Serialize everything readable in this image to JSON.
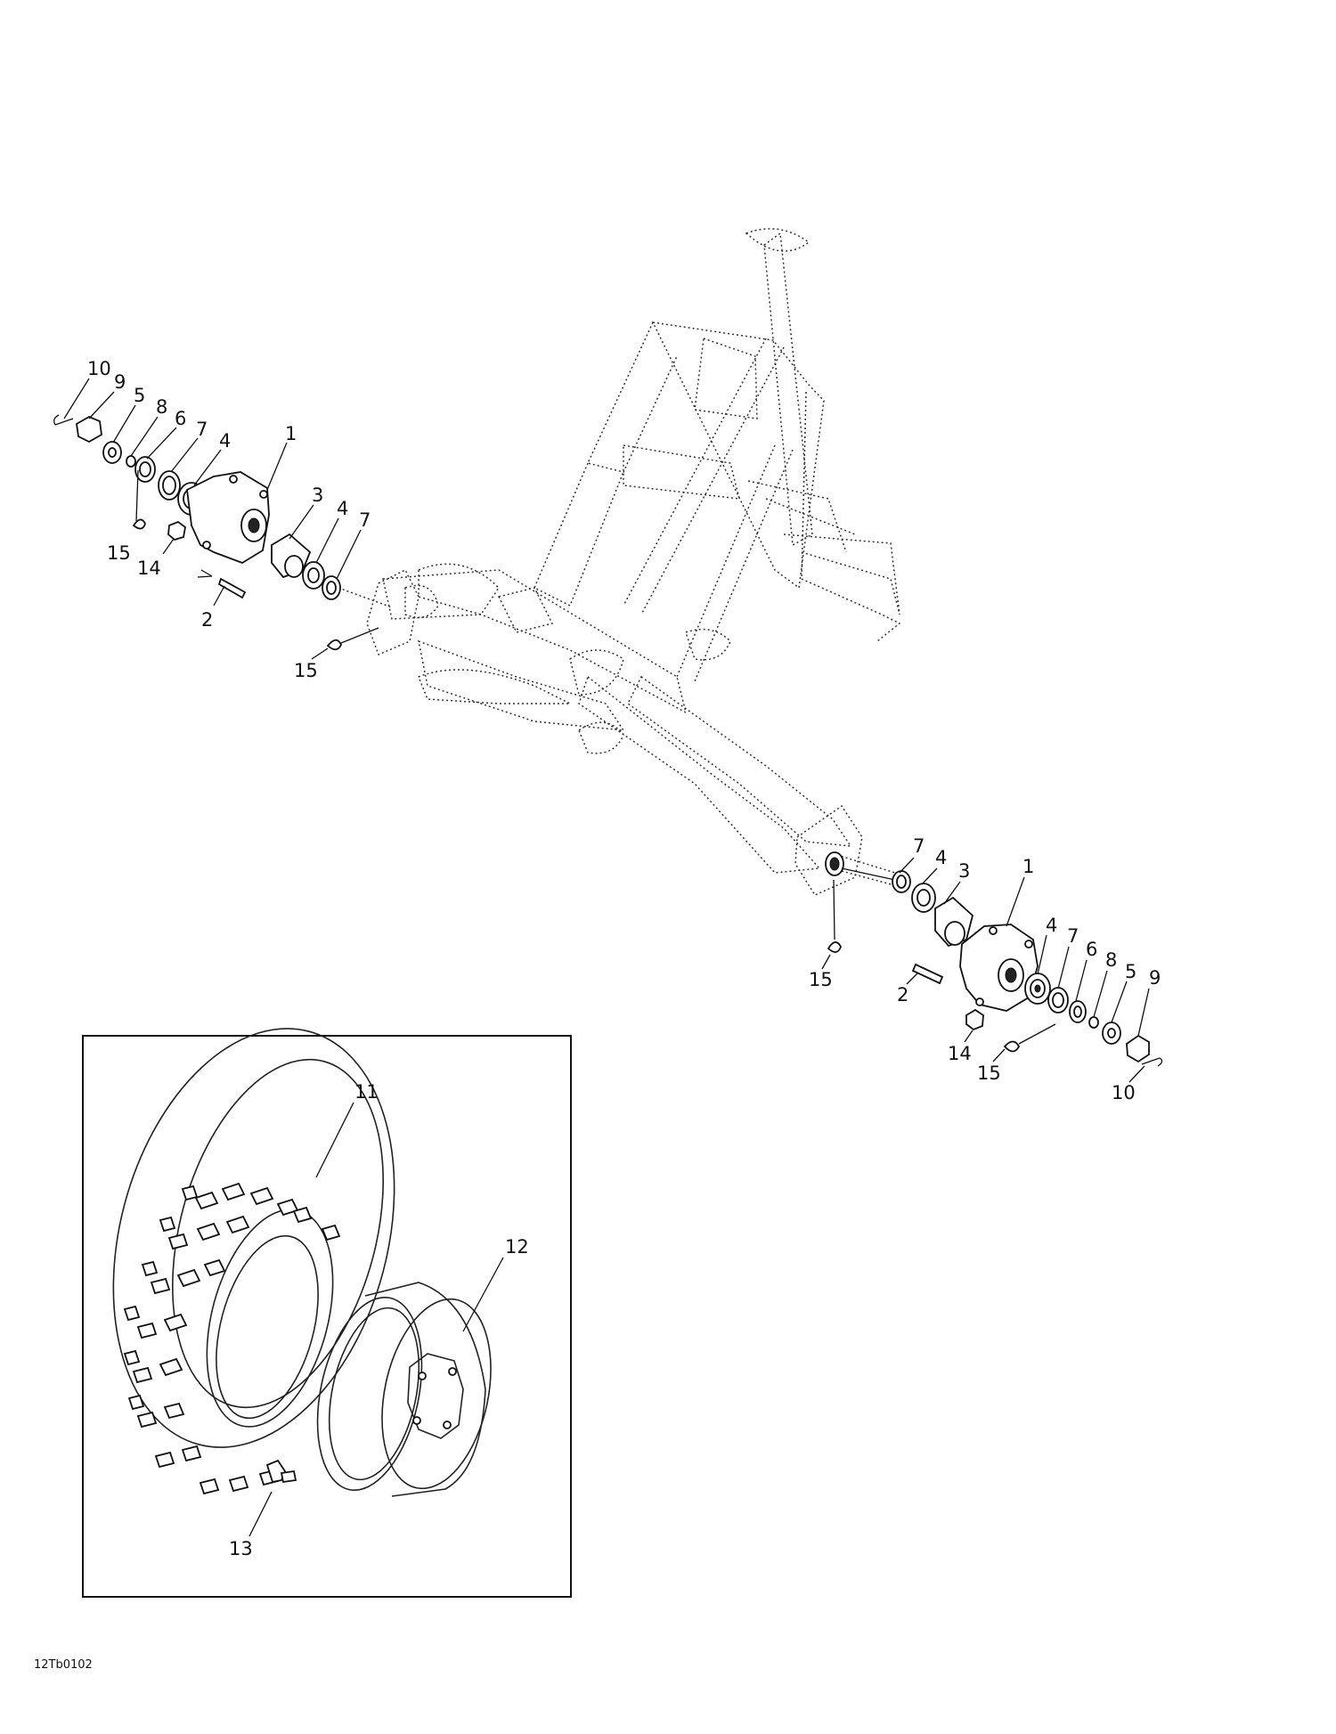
{
  "figure_code": "12Tb0102",
  "callouts": {
    "l10": "10",
    "l9": "9",
    "l5": "5",
    "l8": "8",
    "l6": "6",
    "l7a": "7",
    "l4a": "4",
    "l1": "1",
    "l3": "3",
    "l4b": "4",
    "l7b": "7",
    "l15a": "15",
    "l14": "14",
    "l2": "2",
    "l15b": "15",
    "r7a": "7",
    "r4a": "4",
    "r3": "3",
    "r1": "1",
    "r4b": "4",
    "r7b": "7",
    "r6": "6",
    "r8": "8",
    "r5": "5",
    "r9": "9",
    "r15a": "15",
    "r2": "2",
    "r14": "14",
    "r15b": "15",
    "r10": "10",
    "i11": "11",
    "i12": "12",
    "i13": "13"
  }
}
